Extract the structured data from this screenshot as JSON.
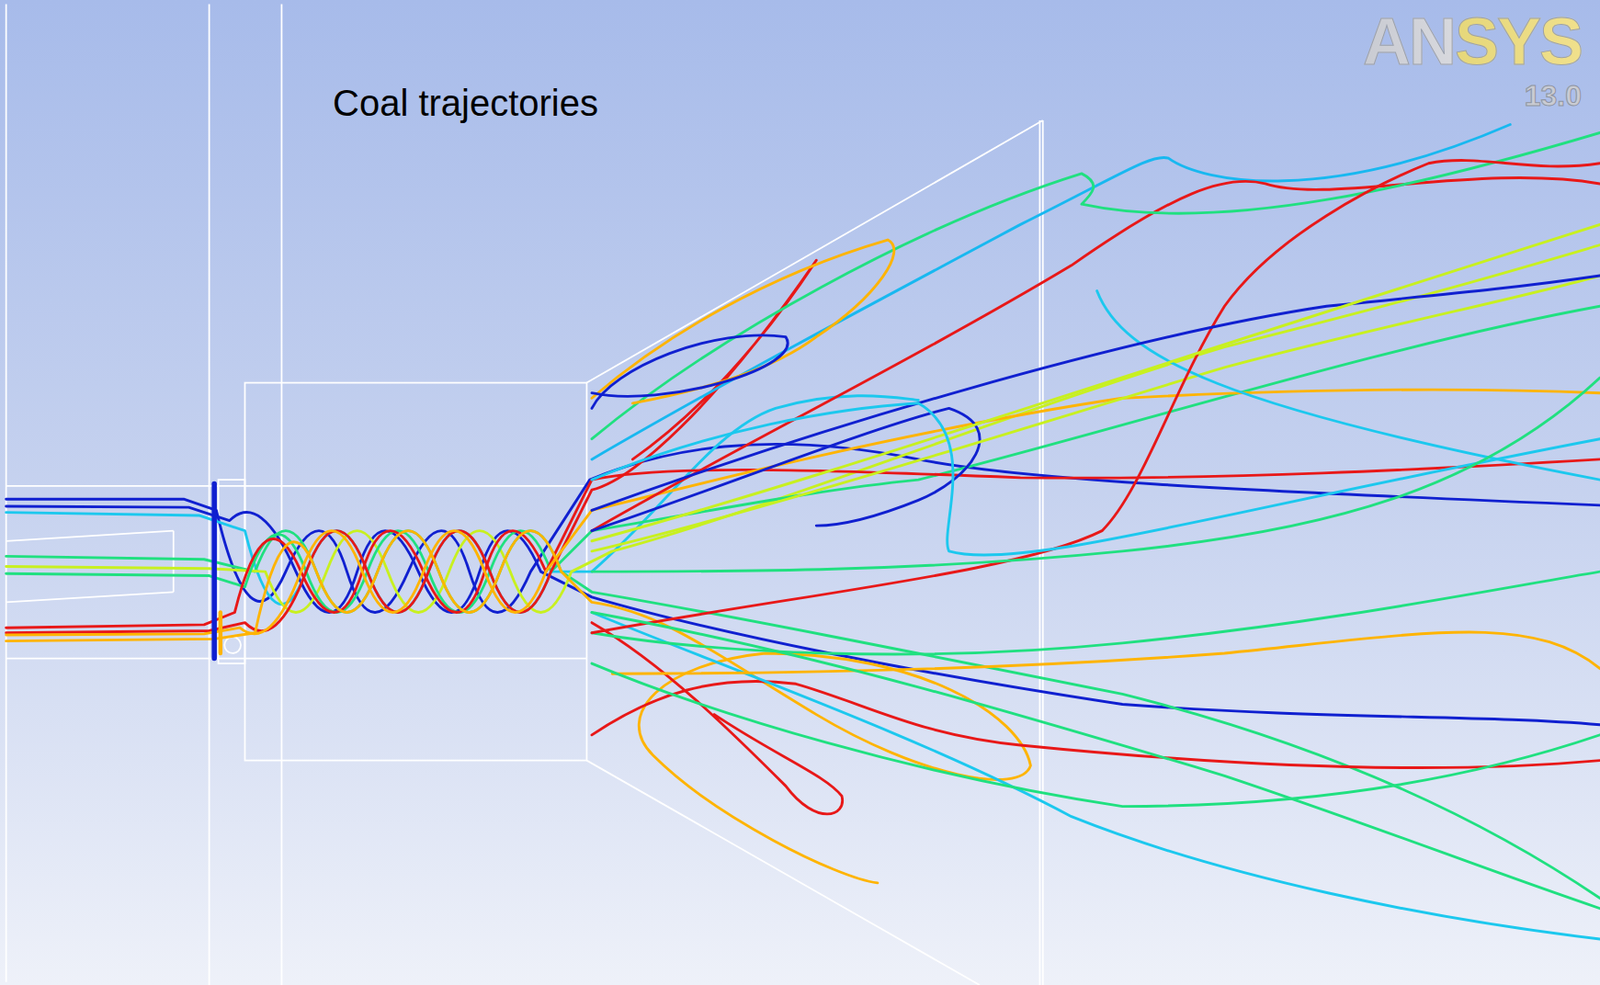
{
  "diagram": {
    "title": "Coal trajectories",
    "labels": [
      "ANSYS",
      "13.0"
    ]
  }
}
